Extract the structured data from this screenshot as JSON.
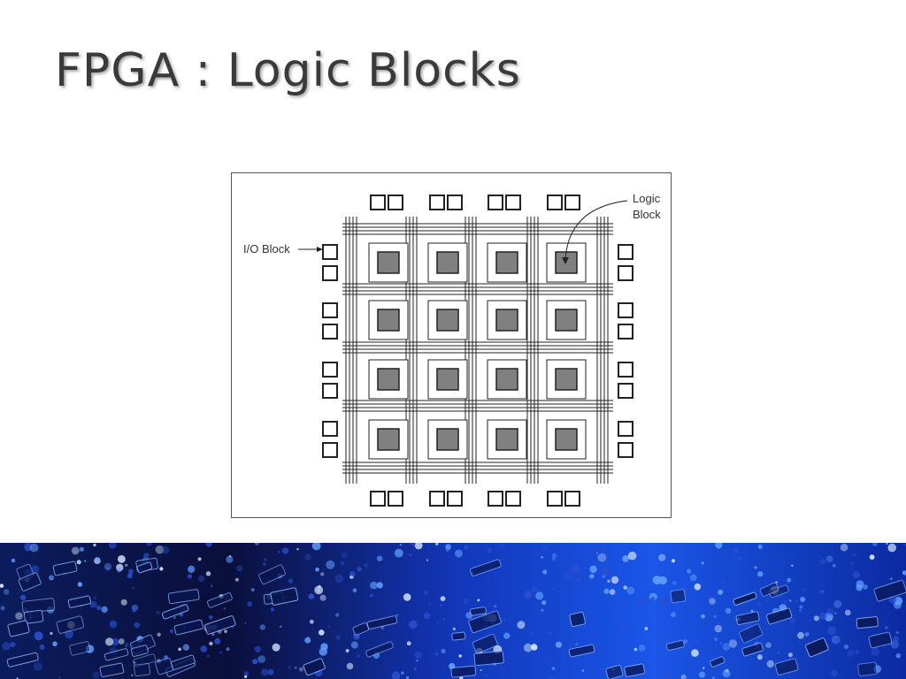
{
  "slide": {
    "title": "FPGA : Logic Blocks"
  },
  "diagram": {
    "labels": {
      "io_block": "I/O Block",
      "logic_block_line1": "Logic",
      "logic_block_line2": "Block"
    },
    "grid": {
      "rows": 4,
      "cols": 4,
      "io_pads_per_side_group": 2
    },
    "colors": {
      "logic_block_fill": "#808080",
      "line_color": "#222222",
      "frame_border": "#555555"
    }
  },
  "banner": {
    "colors": {
      "dark": "#050a2a",
      "mid": "#0a2a9a",
      "bright": "#1e6cff",
      "highlight": "#d6e8ff"
    }
  }
}
